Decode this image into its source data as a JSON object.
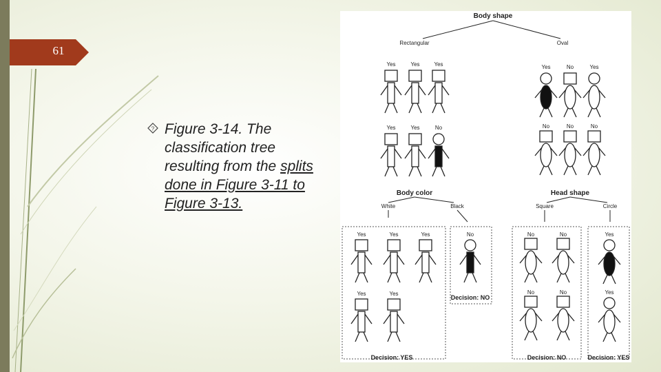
{
  "slide": {
    "number": "61",
    "bullet_text": "Figure 3-14. The classification tree resulting from the ",
    "bullet_link_text": "splits done in Figure 3-11 to Figure 3-13.",
    "bullet_icon": "diamond-question-icon"
  },
  "figure": {
    "root_label": "Body shape",
    "branch_left": "Rectangular",
    "branch_right": "Oval",
    "left_sub_label": "Body color",
    "left_sub_branch_left": "White",
    "left_sub_branch_right": "Black",
    "right_sub_label": "Head shape",
    "right_sub_branch_left": "Square",
    "right_sub_branch_right": "Circle",
    "yes": "Yes",
    "no": "No",
    "decision_yes": "Decision: YES",
    "decision_no": "Decision: NO"
  }
}
